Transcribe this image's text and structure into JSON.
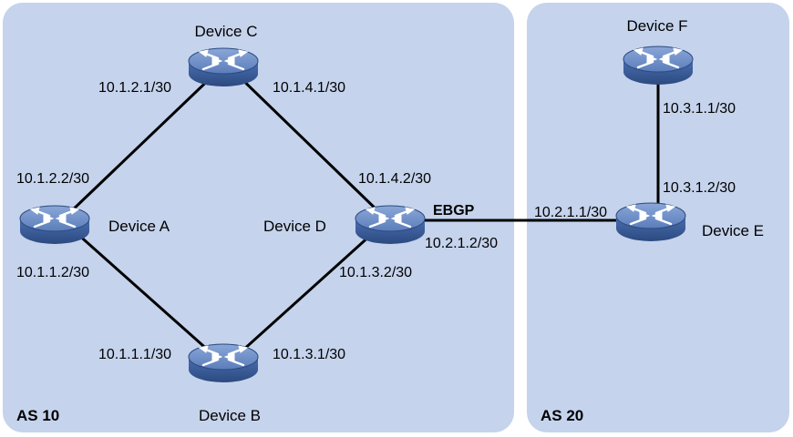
{
  "as_areas": [
    {
      "id": "as10",
      "label": "AS 10"
    },
    {
      "id": "as20",
      "label": "AS 20"
    }
  ],
  "devices": {
    "a": {
      "label": "Device A"
    },
    "b": {
      "label": "Device B"
    },
    "c": {
      "label": "Device C"
    },
    "d": {
      "label": "Device D"
    },
    "e": {
      "label": "Device E"
    },
    "f": {
      "label": "Device F"
    }
  },
  "links": [
    {
      "id": "a-c",
      "from": "Device A",
      "to": "Device C",
      "from_ip": "10.1.2.2/30",
      "to_ip": "10.1.2.1/30"
    },
    {
      "id": "c-d",
      "from": "Device C",
      "to": "Device D",
      "from_ip": "10.1.4.1/30",
      "to_ip": "10.1.4.2/30"
    },
    {
      "id": "a-b",
      "from": "Device A",
      "to": "Device B",
      "from_ip": "10.1.1.2/30",
      "to_ip": "10.1.1.1/30"
    },
    {
      "id": "b-d",
      "from": "Device B",
      "to": "Device D",
      "from_ip": "10.1.3.1/30",
      "to_ip": "10.1.3.2/30"
    },
    {
      "id": "d-e",
      "from": "Device D",
      "to": "Device E",
      "from_ip": "10.2.1.2/30",
      "to_ip": "10.2.1.1/30",
      "protocol": "EBGP"
    },
    {
      "id": "f-e",
      "from": "Device F",
      "to": "Device E",
      "from_ip": "10.3.1.1/30",
      "to_ip": "10.3.1.2/30"
    }
  ],
  "colors": {
    "as_background": "#c5d3ec",
    "router_top": "#6e8fc7",
    "router_body": "#3a5d9c",
    "link": "#000000"
  }
}
